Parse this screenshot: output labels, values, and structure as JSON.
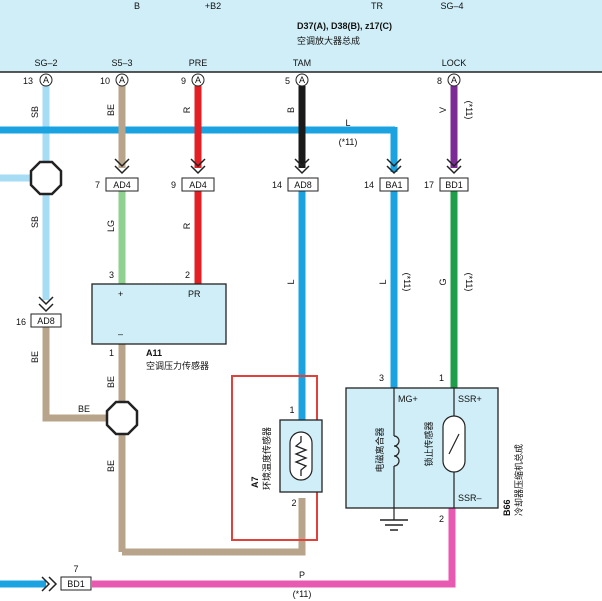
{
  "header": {
    "top_labels": [
      "B",
      "+B2",
      "TR",
      "SG–4"
    ],
    "title": "D37(A), D38(B), z17(C)",
    "subtitle": "空调放大器总成"
  },
  "pins": [
    {
      "name": "SG–2",
      "num": "13"
    },
    {
      "name": "S5–3",
      "num": "10"
    },
    {
      "name": "PRE",
      "num": "9"
    },
    {
      "name": "TAM",
      "num": "5"
    },
    {
      "name": "LOCK",
      "num": "8"
    }
  ],
  "pin_letter": "A",
  "connectors": [
    {
      "num": "7",
      "code": "AD4"
    },
    {
      "num": "9",
      "code": "AD4"
    },
    {
      "num": "14",
      "code": "AD8"
    },
    {
      "num": "14",
      "code": "BA1"
    },
    {
      "num": "17",
      "code": "BD1"
    },
    {
      "num": "16",
      "code": "AD8"
    },
    {
      "num": "7",
      "code": "BD1"
    }
  ],
  "wire_colors": {
    "SB": "SB",
    "BE": "BE",
    "R": "R",
    "B": "B",
    "L": "L",
    "V": "V",
    "LG": "LG",
    "G": "G",
    "P": "P"
  },
  "note_11": "(*11)",
  "sensor_a11": {
    "code": "A11",
    "name": "空调压力传感器",
    "plus": "+",
    "pr": "PR",
    "minus": "–",
    "pin3": "3",
    "pin2": "2",
    "pin1": "1"
  },
  "sensor_a7": {
    "code": "A7",
    "name": "环境温度传感器",
    "pin1": "1",
    "pin2": "2"
  },
  "compressor_b66": {
    "code": "B66",
    "name": "冷却器压缩机总成",
    "mg": "MG+",
    "ssr_plus": "SSR+",
    "ssr_minus": "SSR–",
    "clutch": "电磁离合器",
    "lock_sensor": "锁止传感器",
    "pin3": "3",
    "pin1": "1",
    "pin2": "2"
  },
  "colors": {
    "panel": "#cfeef7",
    "sb": "#a6dcf4",
    "be": "#b8a48a",
    "r": "#e31e24",
    "b": "#1a1a1a",
    "l": "#1aa3e0",
    "v": "#7b2a96",
    "lg": "#8fd18f",
    "g": "#1f9e4a",
    "p": "#e85ab2",
    "highlight": "#e0413a"
  }
}
